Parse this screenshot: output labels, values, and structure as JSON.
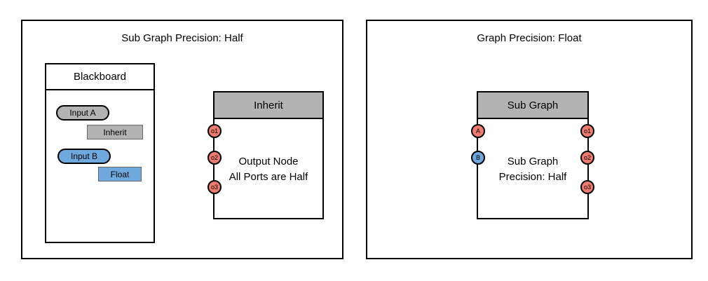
{
  "colors": {
    "port_red": "#ee7b6e",
    "port_blue": "#6fa8dc",
    "node_header_gray": "#b3b3b3"
  },
  "left_panel": {
    "title": "Sub Graph Precision: Half",
    "blackboard": {
      "title": "Blackboard",
      "input_a": {
        "label": "Input A",
        "precision": "Inherit"
      },
      "input_b": {
        "label": "Input B",
        "precision": "Float"
      }
    },
    "node": {
      "header": "Inherit",
      "body": [
        "Output Node",
        "All Ports are Half"
      ],
      "output_ports": [
        "o1",
        "o2",
        "o3"
      ]
    }
  },
  "right_panel": {
    "title": "Graph Precision: Float",
    "node": {
      "header": "Sub Graph",
      "body": [
        "Sub Graph",
        "Precision: Half"
      ],
      "input_ports": [
        "A",
        "B"
      ],
      "output_ports": [
        "o1",
        "o2",
        "o3"
      ]
    }
  }
}
